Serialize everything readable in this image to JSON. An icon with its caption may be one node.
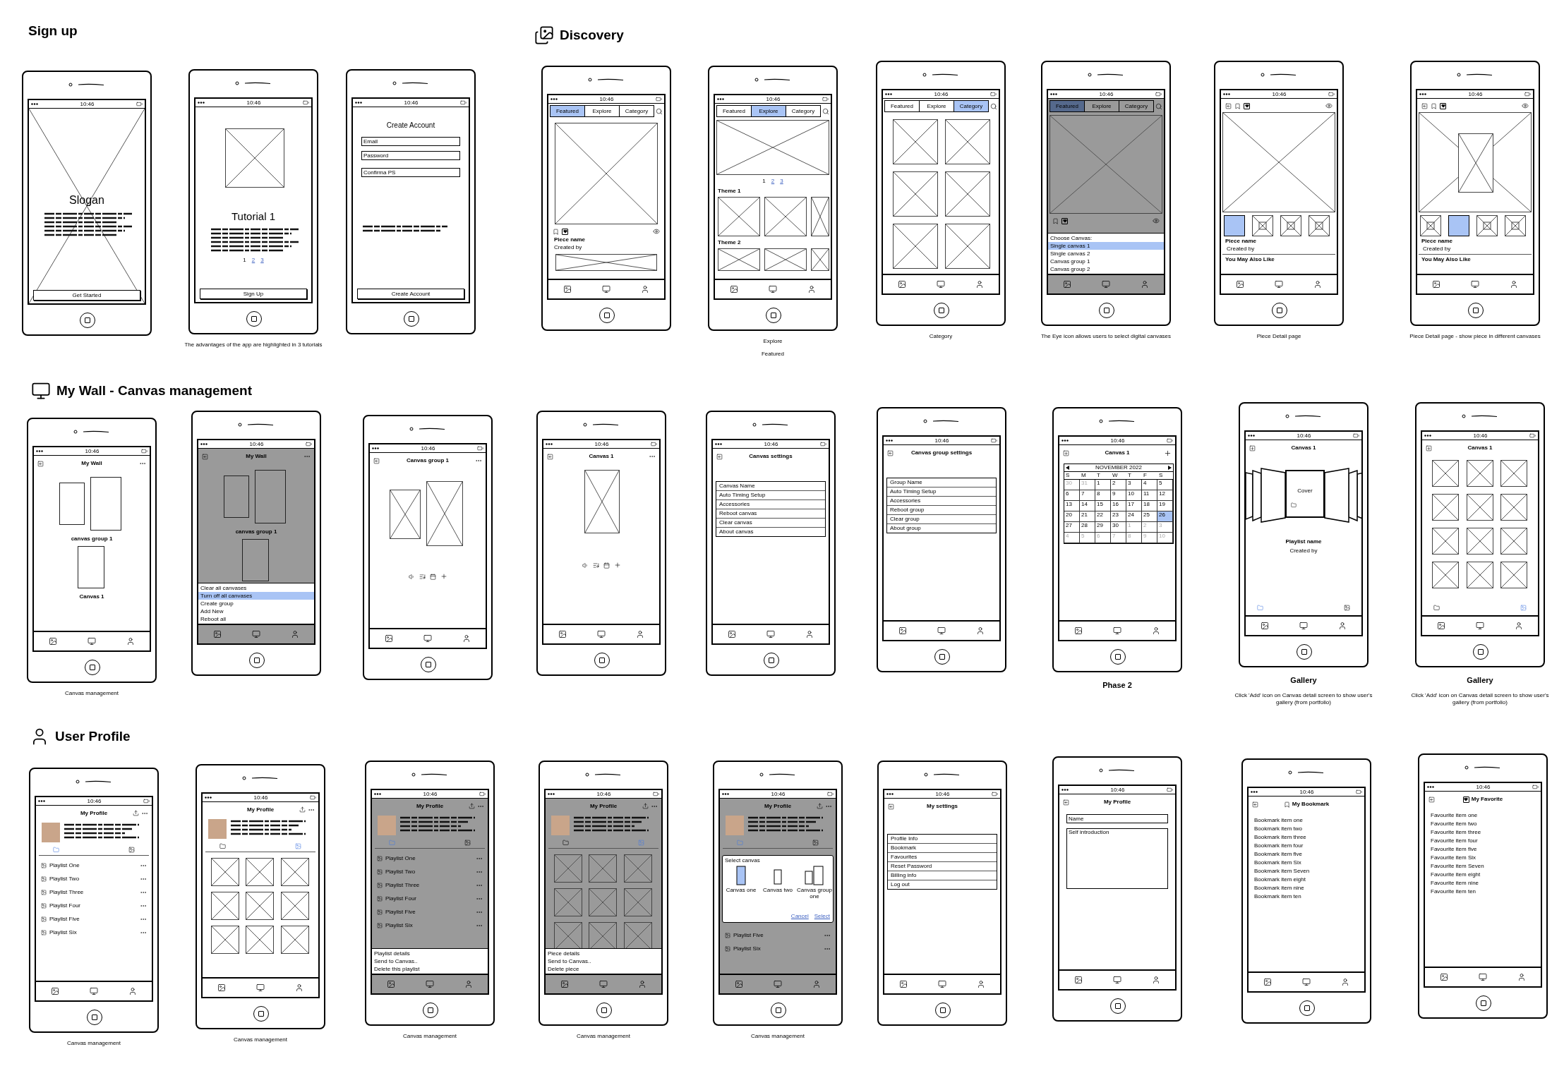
{
  "diagram": {
    "nodes": [
      {
        "text": [
          "10:46",
          "Slogan",
          "Get Started"
        ]
      },
      {
        "text": [
          "10:46",
          "Tutorial 1",
          "1",
          "2",
          "3",
          "Sign Up"
        ],
        "beside": [
          "The advantages of the app are highlighted in 3 tutorials"
        ]
      },
      {
        "text": [
          "10:46",
          "Create Account",
          "Email",
          "Password",
          "Confirma PS",
          "Create Account"
        ]
      },
      {
        "text": [
          "10:46",
          "Featured",
          "Explore",
          "Category",
          "Piece name",
          "Created by"
        ]
      },
      {
        "text": [
          "10:46",
          "Featured",
          "Explore",
          "Category",
          "1",
          "2",
          "3",
          "Theme 1",
          "Theme 2"
        ],
        "beside": [
          "Explore",
          "Featured"
        ]
      },
      {
        "text": [
          "10:46",
          "Featured",
          "Explore",
          "Category"
        ],
        "beside": [
          "Category"
        ]
      },
      {
        "text": [
          "10:46",
          "Featured",
          "Explore",
          "Category",
          "Choose Canvas:",
          "Single canvas 1",
          "Single canvas 2",
          "Canvas group 1",
          "Canvas group 2"
        ],
        "beside": [
          "The Eye icon allows users to select digital canvases"
        ]
      },
      {
        "text": [
          "10:46",
          "Piece name",
          "Created by",
          "You May Also Like"
        ],
        "beside": [
          "Piece Detail page"
        ]
      },
      {
        "text": [
          "10:46",
          "Piece name",
          "Created by",
          "You May Also Like"
        ],
        "beside": [
          "Piece Detail page - show piece in different canvases"
        ]
      },
      {
        "text": [
          "10:46",
          "My Wall",
          "canvas group 1",
          "Canvas 1"
        ],
        "beside": [
          "Canvas management"
        ]
      },
      {
        "text": [
          "10:46",
          "My Wall",
          "canvas group 1",
          "Clear all canvases",
          "Turn off all canvases",
          "Create group",
          "Add New",
          "Reboot all"
        ]
      },
      {
        "text": [
          "10:46",
          "Canvas group 1"
        ]
      },
      {
        "text": [
          "10:46",
          "Canvas 1"
        ]
      },
      {
        "text": [
          "10:46",
          "Canvas settings",
          "Canvas Name",
          "Auto Timing Setup",
          "Accessories",
          "Reboot canvas",
          "Clear canvas",
          "About canvas"
        ]
      },
      {
        "text": [
          "10:46",
          "Canvas group settings",
          "Group Name",
          "Auto Timing Setup",
          "Accessories",
          "Reboot group",
          "Clear group",
          "About group"
        ]
      },
      {
        "text": [
          "10:46",
          "Canvas 1",
          "NOVEMBER 2022",
          "S",
          "M",
          "T",
          "W",
          "T",
          "F",
          "S",
          "30",
          "31",
          "1",
          "2",
          "3",
          "4",
          "5",
          "6",
          "7",
          "8",
          "9",
          "10",
          "11",
          "12",
          "13",
          "14",
          "15",
          "16",
          "17",
          "18",
          "19",
          "20",
          "21",
          "22",
          "23",
          "24",
          "25",
          "26",
          "27",
          "28",
          "29",
          "30",
          "1",
          "2",
          "3",
          "4",
          "5",
          "6",
          "7",
          "8",
          "9",
          "10"
        ],
        "beside": [
          "Phase 2"
        ]
      },
      {
        "text": [
          "10:46",
          "Canvas 1",
          "Cover",
          "Playlist name",
          "Created by"
        ],
        "beside": [
          "Gallery",
          "Click 'Add' icon on Canvas detail screen to show user's gallery (from portfolio)"
        ]
      },
      {
        "text": [
          "10:46",
          "Canvas 1"
        ],
        "beside": [
          "Gallery",
          "Click 'Add' icon on Canvas detail screen to show user's gallery (from portfolio)"
        ]
      },
      {
        "text": [
          "10:46",
          "My Profile",
          "Playlist One",
          "Playlist Two",
          "Playlist Three",
          "Playlist Four",
          "Playlist Five",
          "Playlist Six"
        ],
        "beside": [
          "Canvas management"
        ]
      },
      {
        "text": [
          "10:46",
          "My Profile"
        ],
        "beside": [
          "Canvas management"
        ]
      },
      {
        "text": [
          "10:46",
          "My Profile",
          "Playlist One",
          "Playlist Two",
          "Playlist Three",
          "Playlist Four",
          "Playlist Five",
          "Playlist Six",
          "Playlist details",
          "Send to Canvas..",
          "Delete this playlist"
        ],
        "beside": [
          "Canvas management"
        ]
      },
      {
        "text": [
          "10:46",
          "My Profile",
          "Piece details",
          "Send to Canvas..",
          "Delete piece"
        ],
        "beside": [
          "Canvas management"
        ]
      },
      {
        "text": [
          "10:46",
          "My Profile",
          "Select canvas",
          "Canvas one",
          "Canvas two",
          "Canvas group one",
          "Cancel",
          "Select",
          "Playlist Five",
          "Playlist Six"
        ],
        "beside": [
          "Canvas management"
        ]
      },
      {
        "text": [
          "10:46",
          "My settings",
          "Profile Info",
          "Bookmark",
          "Favourites",
          "Reset Password",
          "Billing info",
          "Log out"
        ]
      },
      {
        "text": [
          "10:46",
          "My Profile",
          "Name",
          "Self introduction"
        ]
      },
      {
        "text": [
          "10:46",
          "My Bookmark",
          "Bookmark item one",
          "Bookmark item two",
          "Bookmark item three",
          "Bookmark item four",
          "Bookmark item five",
          "Bookmark item Six",
          "Bookmark item Seven",
          "Bookmark item eight",
          "Bookmark item nine",
          "Bookmark item ten"
        ]
      },
      {
        "text": [
          "10:46",
          "My Favorite",
          "Favourite item one",
          "Favourite item two",
          "Favourite item three",
          "Favourite item four",
          "Favourite item five",
          "Favourite item Six",
          "Favourite item Seven",
          "Favourite item eight",
          "Favourite item nine",
          "Favourite item ten"
        ]
      }
    ],
    "labels": [
      "Sign up",
      "Discovery",
      "My Wall - Canvas management",
      "User Profile"
    ]
  }
}
